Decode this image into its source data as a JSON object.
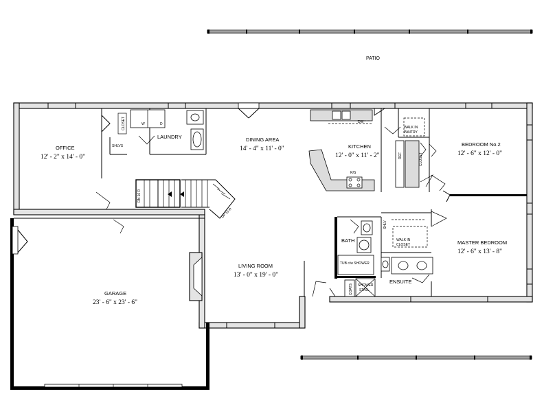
{
  "patio": {
    "label": "PATIO"
  },
  "rooms": {
    "office": {
      "name": "OFFICE",
      "dims": "12' - 2\" x 14' - 0\""
    },
    "laundry": {
      "name": "LAUNDRY"
    },
    "dining": {
      "name": "DINING AREA",
      "dims": "14' - 4\" x 11' - 0\""
    },
    "kitchen": {
      "name": "KITCHEN",
      "dims": "12' - 0\" x 11' - 2\""
    },
    "bedroom2": {
      "name": "BEDROOM No.2",
      "dims": "12' - 6\" x 12' - 0\""
    },
    "master": {
      "name": "MASTER BEDROOM",
      "dims": "12' - 6\" x 13' - 8\""
    },
    "living": {
      "name": "LIVING ROOM",
      "dims": "13' - 0\" x 19' - 0\""
    },
    "garage": {
      "name": "GARAGE",
      "dims": "23' - 6\" x 23' - 6\""
    },
    "bath": {
      "name": "BATH"
    },
    "ensuite": {
      "name": "ENSUITE"
    }
  },
  "labels": {
    "closet_office": "CLOSET",
    "shlvs": "SHLVS",
    "washer": "W",
    "dryer": "D",
    "dw": "DW",
    "walk_in_pantry_1": "WALK IN",
    "walk_in_pantry_2": "PANTRY",
    "ref": "REF",
    "closet_bed2": "CLOSET",
    "rs": "R/S",
    "dn_stair": "DN 16 R",
    "up_stair": "UP 15 R",
    "shlvs_bath": "SHLV",
    "walk_in_closet_1": "WALK IN",
    "walk_in_closet_2": "CLOSET",
    "tub_shower": "TUB c/w SHOWER",
    "coats": "COATS",
    "shower_1": "SHOWER",
    "shower_2": "STALL"
  }
}
